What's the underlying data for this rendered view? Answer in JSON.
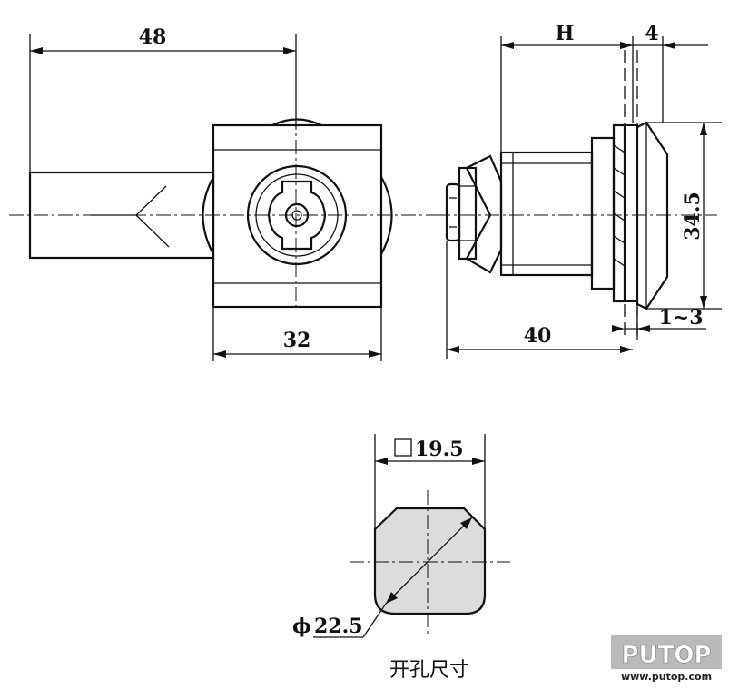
{
  "dimensions": {
    "front_width_48": "48",
    "front_body_32": "32",
    "side_h": "H",
    "side_panel_4": "4",
    "side_height_34_5": "34.5",
    "side_length_40": "40",
    "side_panel_range": "1~3",
    "cutout_width": "19.5",
    "cutout_diameter": "22.5",
    "diameter_symbol": "ϕ"
  },
  "caption": "开孔尺寸",
  "logo": {
    "brand": "PUTOP",
    "url": "www.putop.com"
  },
  "colors": {
    "line": "#111111",
    "cutout_fill": "#dcdcdc",
    "logo_bg": "#b9b9b9"
  }
}
